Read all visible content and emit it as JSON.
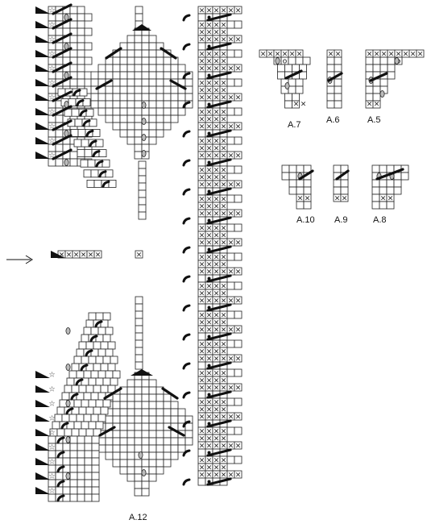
{
  "diagram": {
    "labels": {
      "a12": "A.12",
      "a7": "A.7",
      "a6": "A.6",
      "a5": "A.5",
      "a10": "A.10",
      "a9": "A.9",
      "a8": "A.8"
    },
    "symbols": {
      "x": "×",
      "star": "☆",
      "dot": "•",
      "o": "o"
    },
    "colors": {
      "grid": "#222222",
      "ink": "#111111",
      "oval": "#bbbbbb"
    },
    "arrow": "row-marker-arrow",
    "row_marker_stitches": [
      "x",
      "x",
      "x",
      "x",
      "x",
      "x"
    ],
    "center_marker_stitch": "x",
    "header_row_cells": [
      "x",
      "x",
      "x",
      "x",
      "x",
      "x"
    ]
  }
}
